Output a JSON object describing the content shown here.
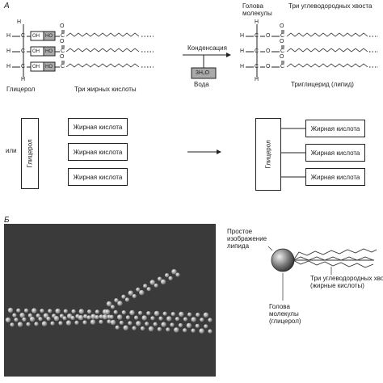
{
  "labels": {
    "panel_a": "А",
    "panel_b": "Б",
    "glycerol": "Глицерол",
    "three_fatty_acids": "Три жирных кислоты",
    "condensation": "Конденсация",
    "water_formula": "3H₂O",
    "water": "Вода",
    "head_line1": "Голова",
    "head_line2": "молекулы",
    "three_tails": "Три углеводородных хвоста",
    "triglyceride": "Триглицерид (липид)",
    "or": "или",
    "glycerol_box": "Глицерол",
    "fatty_acid_1": "Жирная кислота",
    "fatty_acid_2": "Жирная кислота",
    "fatty_acid_3": "Жирная кислота",
    "glycerol_box_right": "Глицерол",
    "fatty_acid_r1": "Жирная кислота",
    "fatty_acid_r2": "Жирная кислота",
    "fatty_acid_r3": "Жирная кислота",
    "simple_line1": "Простое",
    "simple_line2": "изображение",
    "simple_line3": "липида",
    "tails_line1": "Три углеводородных хвоста",
    "tails_line2": "(жирные кислоты)",
    "head2_line1": "Голова",
    "head2_line2": "молекулы",
    "head2_line3": "(глицерол)"
  },
  "chem_left": {
    "h": "H",
    "c": "C",
    "oh": "OH",
    "ho": "HO",
    "o": "O"
  },
  "chem_right": {
    "h": "H",
    "c": "C",
    "o": "O"
  }
}
